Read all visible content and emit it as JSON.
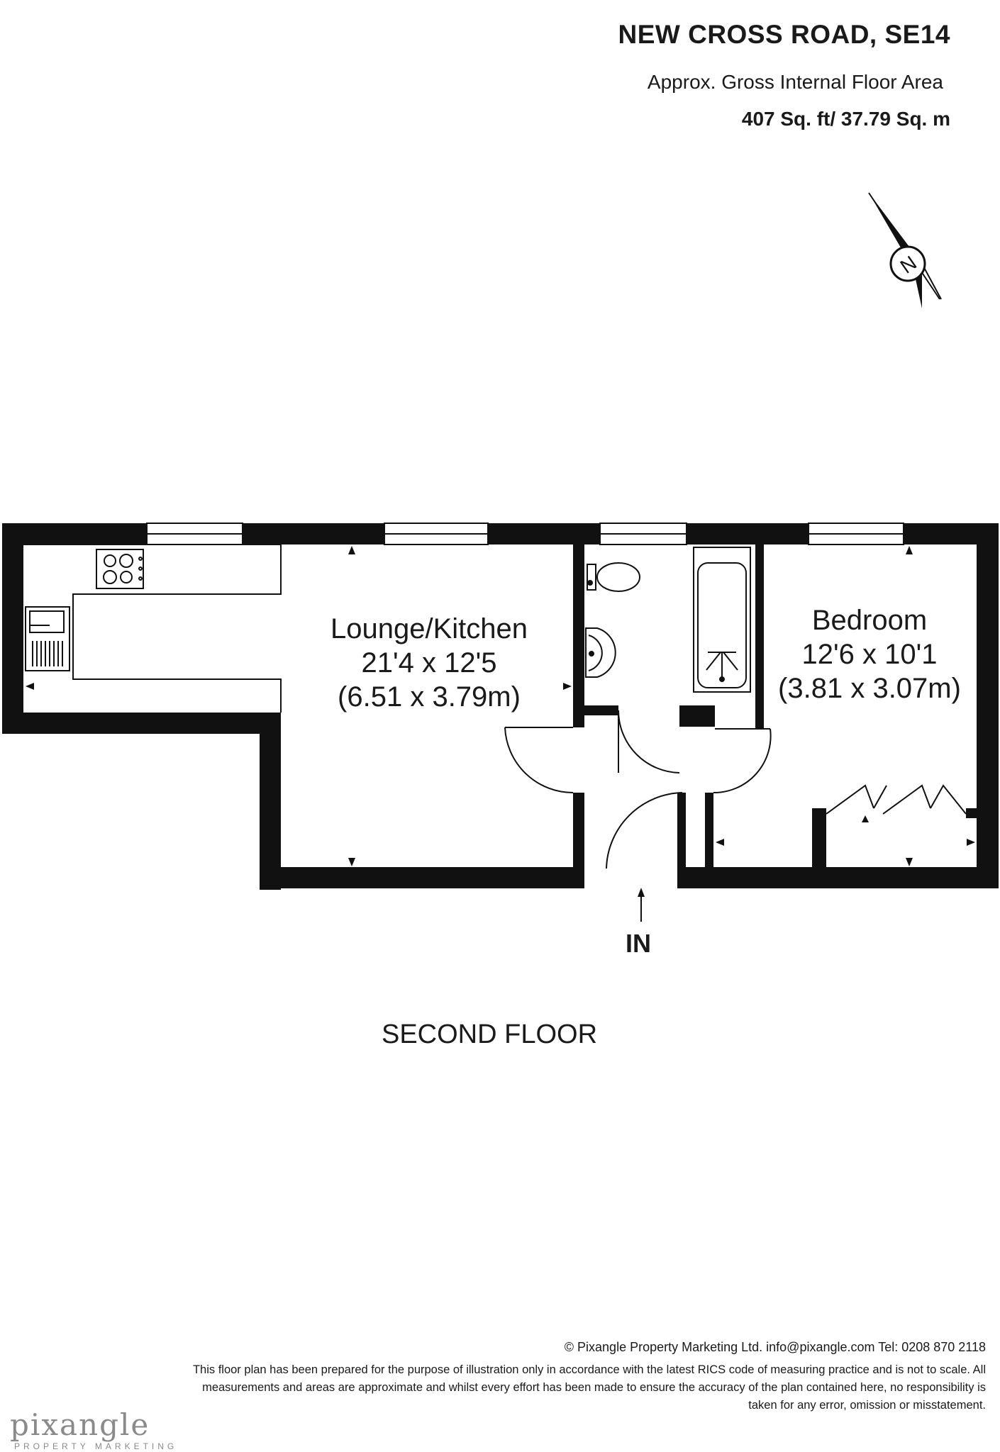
{
  "header": {
    "title": "NEW CROSS ROAD, SE14",
    "area_label": "Approx. Gross Internal Floor Area",
    "area_value": "407 Sq. ft/ 37.79 Sq. m"
  },
  "compass": {
    "label": "N"
  },
  "rooms": {
    "lounge": {
      "name": "Lounge/Kitchen",
      "imperial": "21'4 x 12'5",
      "metric": "(6.51 x 3.79m)"
    },
    "bedroom": {
      "name": "Bedroom",
      "imperial": "12'6 x 10'1",
      "metric": "(3.81 x 3.07m)"
    }
  },
  "entrance": {
    "label": "IN"
  },
  "floor": {
    "label": "SECOND FLOOR"
  },
  "footer": {
    "copyright": "© Pixangle Property Marketing Ltd. info@pixangle.com Tel: 0208 870 2118",
    "disclaimer": "This floor plan has been prepared for the purpose of illustration only in accordance with the latest RICS code of measuring practice and is not to scale. All measurements and areas are approximate and whilst every effort has been made to ensure the accuracy of the plan contained here, no responsibility is taken for any error, omission or misstatement.",
    "logo_text": "pixangle",
    "logo_sub": "PROPERTY MARKETING"
  },
  "colors": {
    "wall": "#111111",
    "text": "#1a1a1a",
    "logo": "#8a8a8a"
  }
}
